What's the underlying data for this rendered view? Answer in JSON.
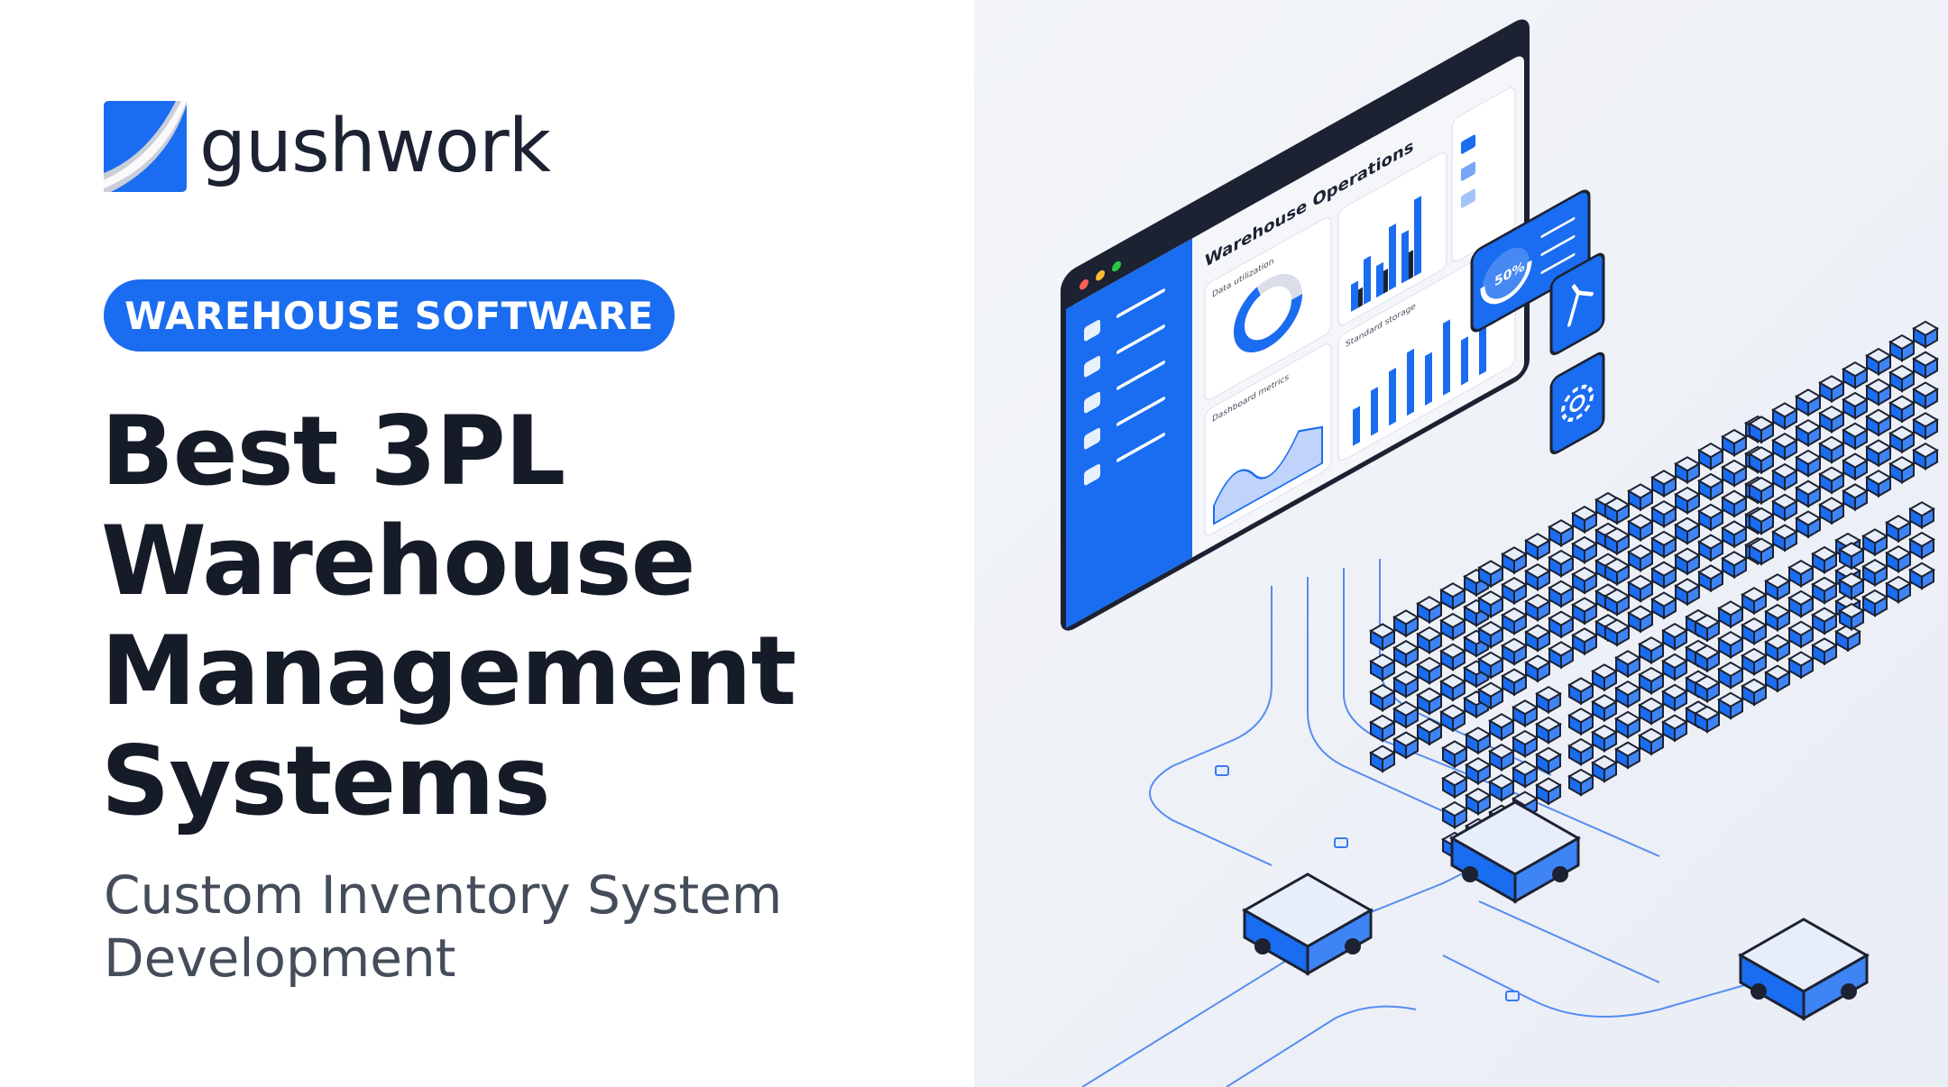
{
  "brand": {
    "name": "gushwork",
    "color": "#1a6cf0"
  },
  "badge": {
    "label": "WAREHOUSE SOFTWARE"
  },
  "headline": {
    "lines": [
      "Best 3PL",
      "Warehouse",
      "Management",
      "Systems"
    ]
  },
  "subheadline": {
    "lines": [
      "Custom Inventory System",
      "Development"
    ]
  },
  "illustration": {
    "dashboard_title": "Warehouse Operations",
    "panel_labels": [
      "Data utilization",
      "Standard storage",
      "Dashboard metrics"
    ],
    "progress_widget": {
      "label": "50%",
      "value": 0.5
    },
    "side_icons": [
      "robot-arm-icon",
      "gear-icon"
    ],
    "colors": {
      "accent": "#1a6cf0",
      "dark": "#161b28"
    }
  }
}
